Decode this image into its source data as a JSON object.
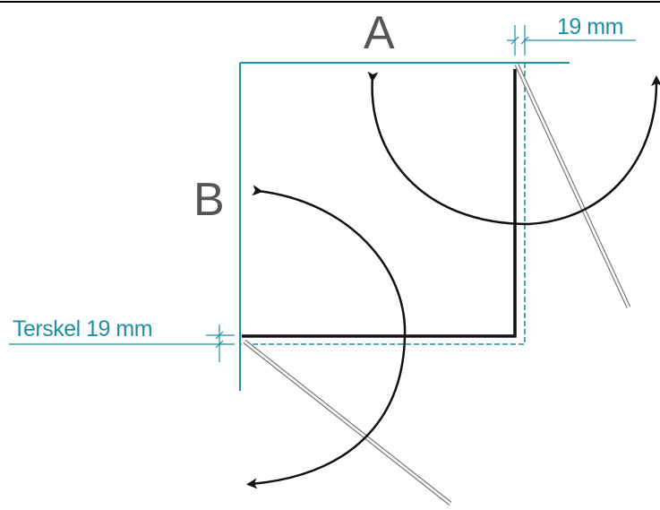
{
  "labels": {
    "door_a": "A",
    "door_b": "B",
    "top_dimension": "19 mm",
    "threshold_dimension": "Terskel 19 mm"
  },
  "colors": {
    "wall_line": "#1d8fa6",
    "threshold_dashed": "#1d8fa6",
    "panel_line": "#111111",
    "arrow": "#111111",
    "glass_door": "#777777",
    "letter": "#555555",
    "top_border": "#000000"
  }
}
